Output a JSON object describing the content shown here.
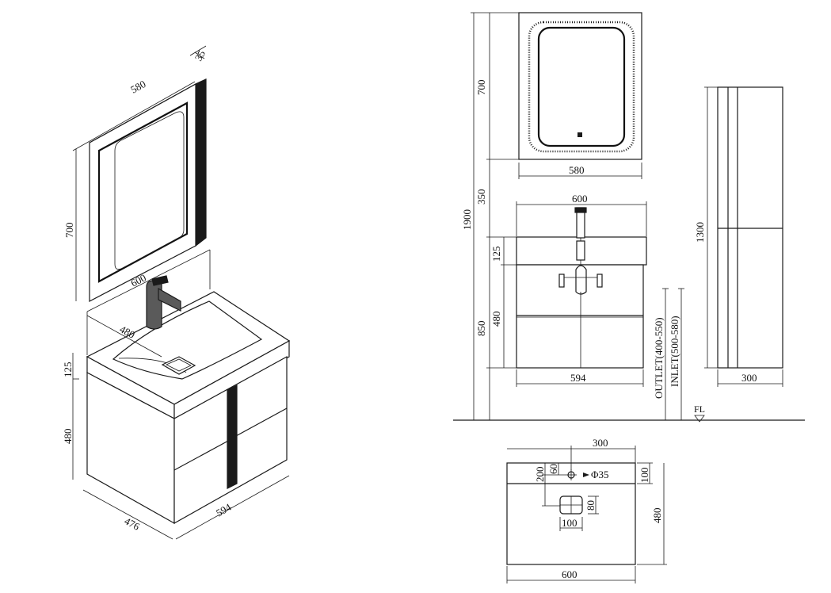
{
  "iso": {
    "mirror_depth": "35",
    "mirror_width": "580",
    "mirror_height": "700",
    "basin_width": "600",
    "basin_depth": "480",
    "top_height": "125",
    "cabinet_height": "480",
    "cabinet_depth": "476",
    "cabinet_width": "594"
  },
  "front": {
    "mirror_height": "700",
    "mirror_width": "580",
    "gap": "350",
    "total_height": "1900",
    "basin_width": "600",
    "top_height": "125",
    "cabinet_height": "480",
    "mount_height": "850",
    "cabinet_width": "594",
    "outlet": "OUTLET(400-550)",
    "inlet": "INLET(500-580)",
    "floor": "FL"
  },
  "side": {
    "tall_height": "1300",
    "tall_depth": "300"
  },
  "top": {
    "offset": "300",
    "hole_depth": "200",
    "hole_offset": "60",
    "hole_diameter": "Φ35",
    "rear_edge": "100",
    "drain_size": "80",
    "drain_width": "100",
    "depth": "480",
    "width": "600"
  }
}
